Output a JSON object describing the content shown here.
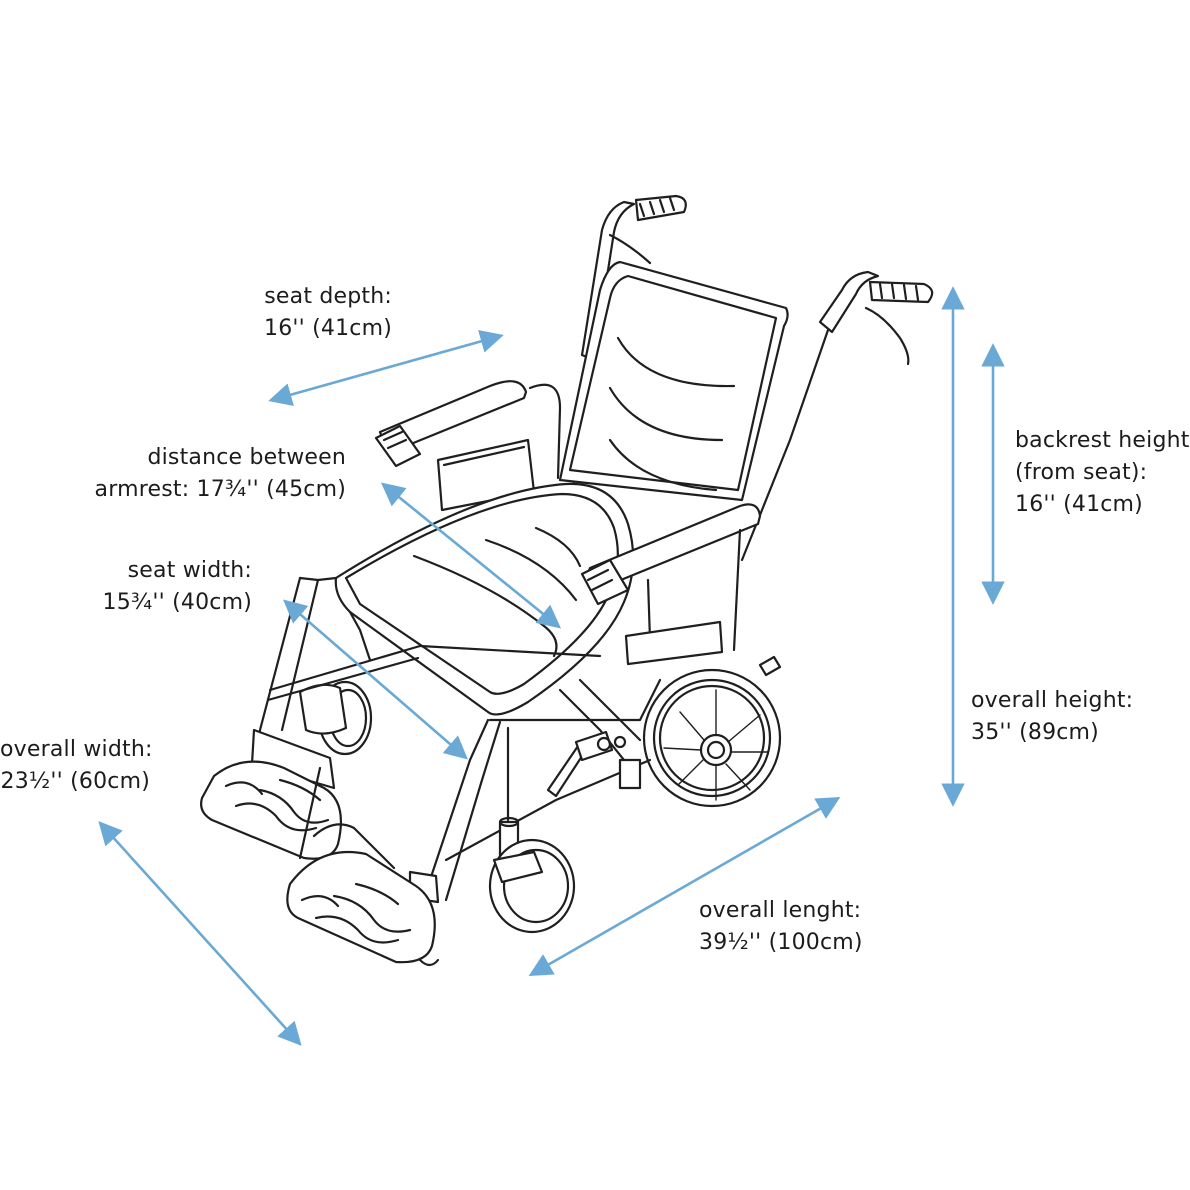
{
  "labels": {
    "seat_depth": {
      "line1": "seat depth:",
      "line2": "16'' (41cm)"
    },
    "distance_between": {
      "line1": "distance between",
      "line2": "armrest: 17¾'' (45cm)"
    },
    "seat_width": {
      "line1": "seat width:",
      "line2": "15¾'' (40cm)"
    },
    "overall_width": {
      "line1": "overall width:",
      "line2": "23½'' (60cm)"
    },
    "backrest_height": {
      "line1": "backrest height",
      "line2": "(from seat):",
      "line3": "16'' (41cm)"
    },
    "overall_height": {
      "line1": "overall height:",
      "line2": "35'' (89cm)"
    },
    "overall_length": {
      "line1": "overall lenght:",
      "line2": "39½'' (100cm)"
    }
  },
  "colors": {
    "dimension_arrow": "#6aa9d5",
    "ink": "#1f1f1f",
    "background": "#ffffff"
  }
}
